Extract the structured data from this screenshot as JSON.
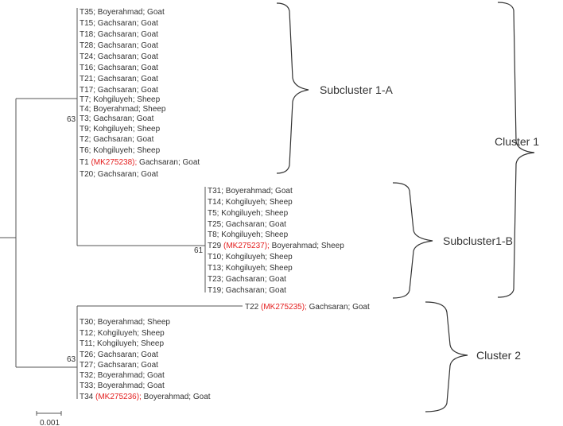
{
  "colors": {
    "accession": "#e41e1e",
    "text": "#333333",
    "branch": "#555555"
  },
  "bootstrap": {
    "upper_group": "63",
    "subcluster_1b": "61",
    "cluster_2": "63"
  },
  "scale_bar": {
    "label": "0.001"
  },
  "clusters": {
    "subcluster_1a": "Subcluster 1-A",
    "subcluster_1b": "Subcluster1-B",
    "cluster_1": "Cluster 1",
    "cluster_2": "Cluster 2"
  },
  "leaves": {
    "subcluster_1a": [
      {
        "id": "T35",
        "rest": "; Boyerahmad; Goat"
      },
      {
        "id": "T15",
        "rest": "; Gachsaran; Goat"
      },
      {
        "id": "T18",
        "rest": "; Gachsaran; Goat"
      },
      {
        "id": "T28",
        "rest": "; Gachsaran; Goat"
      },
      {
        "id": "T24",
        "rest": "; Gachsaran; Goat"
      },
      {
        "id": "T16",
        "rest": "; Gachsaran; Goat"
      },
      {
        "id": "T21",
        "rest": "; Gachsaran; Goat"
      },
      {
        "id": "T17",
        "rest": "; Gachsaran; Goat"
      },
      {
        "id": "T7",
        "rest": "; Kohgiluyeh; Sheep"
      },
      {
        "id": "T4",
        "rest": "; Boyerahmad; Sheep"
      },
      {
        "id": "T3",
        "rest": "; Gachsaran; Goat"
      },
      {
        "id": "T9",
        "rest": "; Kohgiluyeh; Sheep"
      },
      {
        "id": "T2",
        "rest": "; Gachsaran; Goat"
      },
      {
        "id": "T6",
        "rest": "; Kohgiluyeh; Sheep"
      },
      {
        "id": "T1",
        "acc": "(MK275238);",
        "rest": "Gachsaran; Goat"
      },
      {
        "id": "T20",
        "rest": "; Gachsaran; Goat"
      }
    ],
    "subcluster_1b": [
      {
        "id": "T31",
        "rest": "; Boyerahmad; Goat"
      },
      {
        "id": "T14",
        "rest": "; Kohgiluyeh; Sheep"
      },
      {
        "id": "T5",
        "rest": "; Kohgiluyeh; Sheep"
      },
      {
        "id": "T25",
        "rest": "; Gachsaran; Goat"
      },
      {
        "id": "T8",
        "rest": "; Kohgiluyeh; Sheep"
      },
      {
        "id": "T29",
        "acc": "(MK275237);",
        "rest": "Boyerahmad; Sheep"
      },
      {
        "id": "T10",
        "rest": "; Kohgiluyeh; Sheep"
      },
      {
        "id": "T13",
        "rest": "; Kohgiluyeh; Sheep"
      },
      {
        "id": "T23",
        "rest": "; Gachsaran; Goat"
      },
      {
        "id": "T19",
        "rest": "; Gachsaran; Goat"
      }
    ],
    "cluster_2_outlier": [
      {
        "id": "T22",
        "acc": "(MK275235);",
        "rest": "Gachsaran; Goat"
      }
    ],
    "cluster_2": [
      {
        "id": "T30",
        "rest": "; Boyerahmad; Sheep"
      },
      {
        "id": "T12",
        "rest": "; Kohgiluyeh; Sheep"
      },
      {
        "id": "T11",
        "rest": "; Kohgiluyeh; Sheep"
      },
      {
        "id": "T26",
        "rest": "; Gachsaran; Goat"
      },
      {
        "id": "T27",
        "rest": "; Gachsaran; Goat"
      },
      {
        "id": "T32",
        "rest": "; Boyerahmad; Goat"
      },
      {
        "id": "T33",
        "rest": "; Boyerahmad; Goat"
      },
      {
        "id": "T34",
        "acc": "(MK275236);",
        "rest": "Boyerahmad; Goat"
      }
    ]
  }
}
